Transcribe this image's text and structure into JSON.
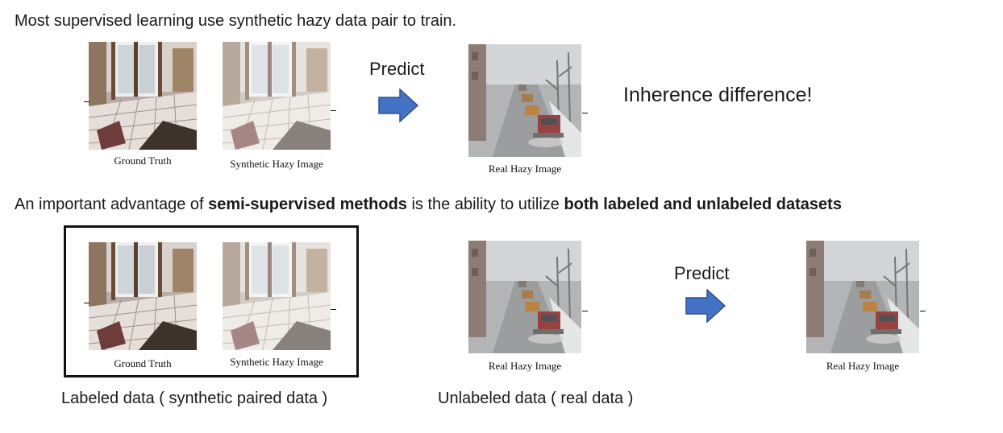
{
  "row1": {
    "sentence": "Most supervised learning use synthetic hazy data pair to train.",
    "caption_ground_truth": "Ground Truth",
    "caption_synthetic": "Synthetic Hazy Image",
    "predict_label": "Predict",
    "caption_real": "Real Hazy Image",
    "inherence_text": "Inherence difference!"
  },
  "row2": {
    "sentence_part1": "An important advantage of ",
    "sentence_bold1": "semi-supervised methods",
    "sentence_part2": " is the ability to utilize ",
    "sentence_bold2": "both labeled and unlabeled datasets",
    "caption_ground_truth": "Ground Truth",
    "caption_synthetic": "Synthetic Hazy Image",
    "caption_real_left": "Real Hazy Image",
    "predict_label": "Predict",
    "caption_real_right": "Real Hazy Image",
    "labeled_caption": "Labeled data ( synthetic paired data )",
    "unlabeled_caption": "Unlabeled data ( real data )"
  },
  "colors": {
    "arrow_fill": "#4472c4",
    "arrow_stroke": "#2f528f",
    "frame": "#111111"
  },
  "icons": {
    "arrow": "right-arrow-icon"
  }
}
